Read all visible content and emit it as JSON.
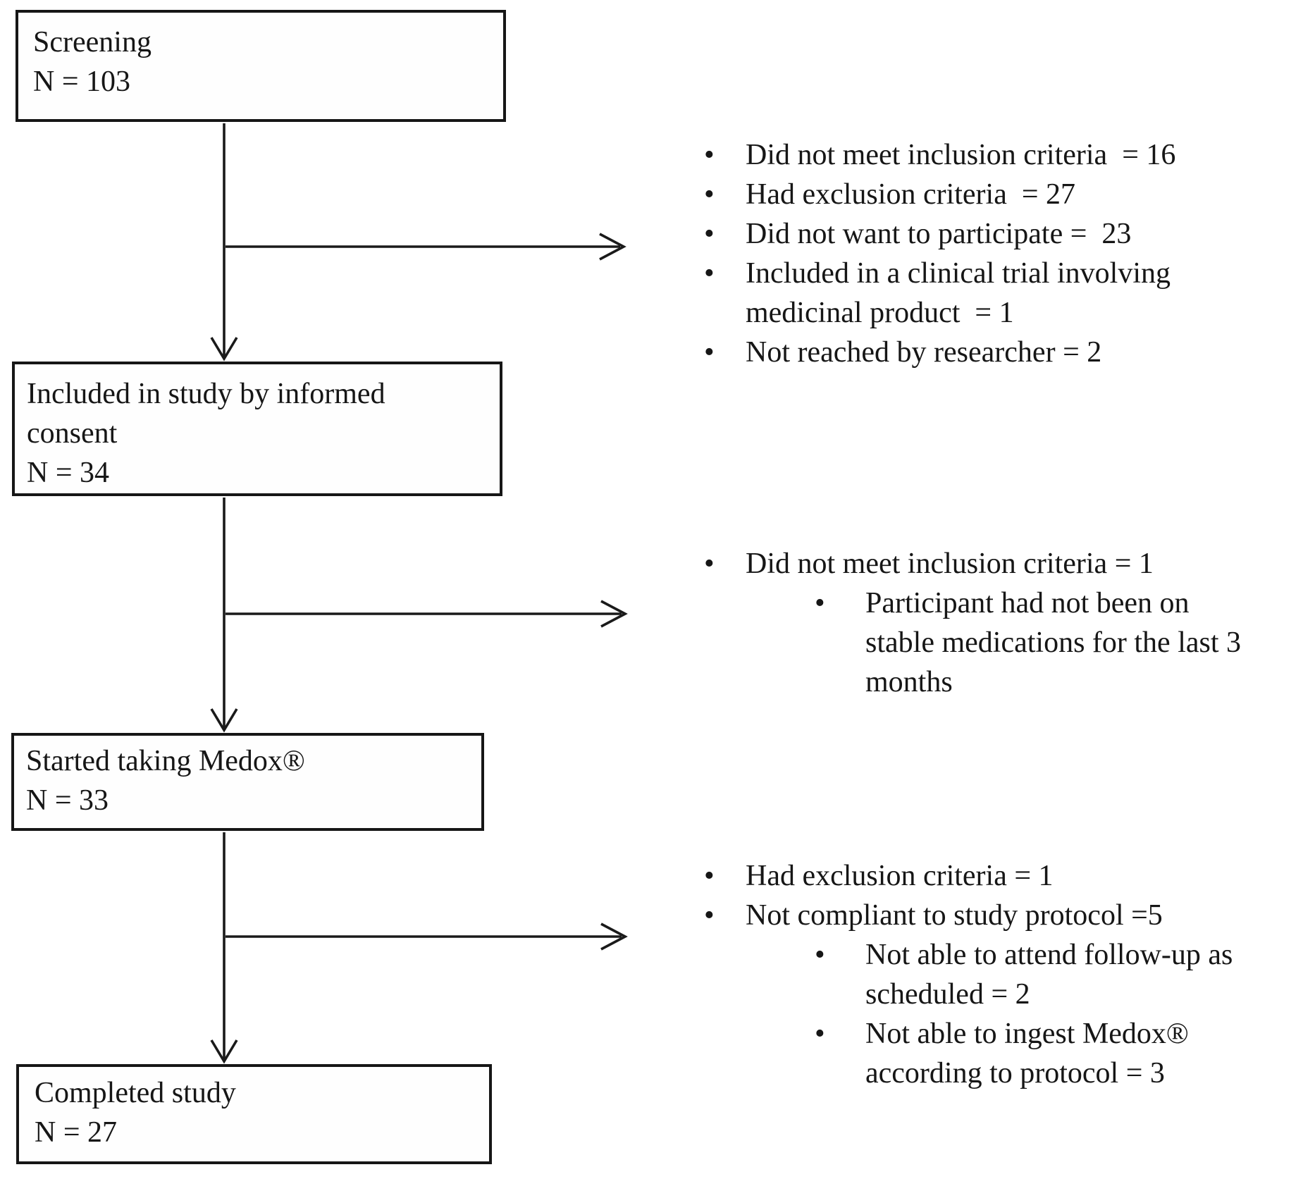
{
  "figure": {
    "background": "#ffffff",
    "line_color": "#1a1a1a",
    "boxes": [
      {
        "id": "screening",
        "title": "Screening",
        "n": "N = 103"
      },
      {
        "id": "included",
        "title": "Included in study by informed consent",
        "n": "N = 34"
      },
      {
        "id": "started",
        "title": "Started taking Medox®",
        "n": "N = 33"
      },
      {
        "id": "completed",
        "title": "Completed study",
        "n": "N = 27"
      }
    ],
    "exclusion_lists": [
      {
        "items": [
          {
            "text": "Did not meet inclusion criteria  = 16"
          },
          {
            "text": "Had exclusion criteria  = 27"
          },
          {
            "text": "Did not want to participate =  23"
          },
          {
            "lines": [
              "Included in a clinical trial involving",
              "medicinal product  = 1"
            ]
          },
          {
            "text": "Not reached by researcher = 2"
          }
        ]
      },
      {
        "items": [
          {
            "text": "Did not meet inclusion criteria = 1"
          },
          {
            "sub": true,
            "lines": [
              "Participant had not been on",
              "stable medications for the last 3",
              "months"
            ]
          }
        ]
      },
      {
        "items": [
          {
            "text": "Had exclusion criteria = 1"
          },
          {
            "text": "Not compliant to study protocol =5"
          },
          {
            "sub": true,
            "lines": [
              "Not able to attend follow-up as",
              "scheduled = 2"
            ]
          },
          {
            "sub": true,
            "lines": [
              "Not able to ingest Medox®",
              "according to protocol = 3"
            ]
          }
        ]
      }
    ]
  }
}
